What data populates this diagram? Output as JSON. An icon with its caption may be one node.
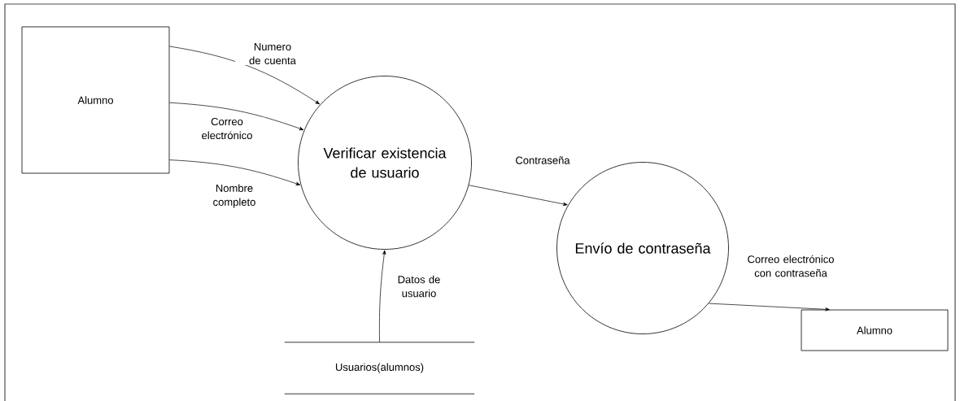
{
  "diagram": {
    "nodes": [
      {
        "text": [
          "Alumno"
        ]
      },
      {
        "text": [
          "Verificar existencia de usuario"
        ]
      },
      {
        "text": [
          "Envío de contraseña"
        ]
      },
      {
        "text": [
          "Alumno"
        ]
      },
      {
        "text": [
          "Usuarios(alumnos)"
        ]
      }
    ],
    "edges": [
      {
        "from": 0,
        "to": 1,
        "arrow": "to",
        "label": "Numero de cuenta"
      },
      {
        "from": 0,
        "to": 1,
        "arrow": "to",
        "label": "Correo electrónico"
      },
      {
        "from": 0,
        "to": 1,
        "arrow": "to",
        "label": "Nombre completo"
      },
      {
        "from": 4,
        "to": 1,
        "arrow": "to",
        "label": "Datos de usuario"
      },
      {
        "from": 1,
        "to": 2,
        "arrow": "to",
        "label": "Contraseña"
      },
      {
        "from": 2,
        "to": 3,
        "arrow": "to",
        "label": "Correo electrónico con contraseña"
      }
    ]
  }
}
